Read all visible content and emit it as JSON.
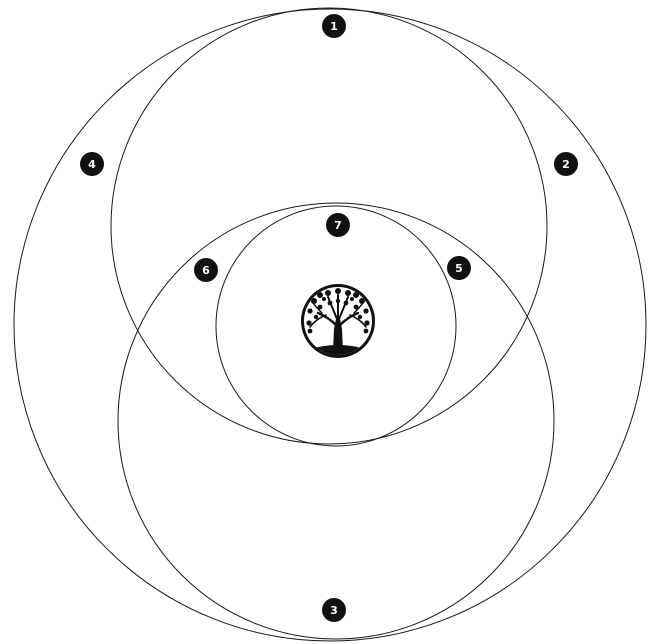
{
  "diagram": {
    "markers": [
      {
        "label": "1"
      },
      {
        "label": "2"
      },
      {
        "label": "3"
      },
      {
        "label": "4"
      },
      {
        "label": "5"
      },
      {
        "label": "6"
      },
      {
        "label": "7"
      }
    ],
    "center_icon": "tree-of-life-icon",
    "colors": {
      "stroke": "#1a1a1a",
      "marker": "#111111",
      "marker_text": "#ffffff",
      "background": "#ffffff"
    }
  }
}
